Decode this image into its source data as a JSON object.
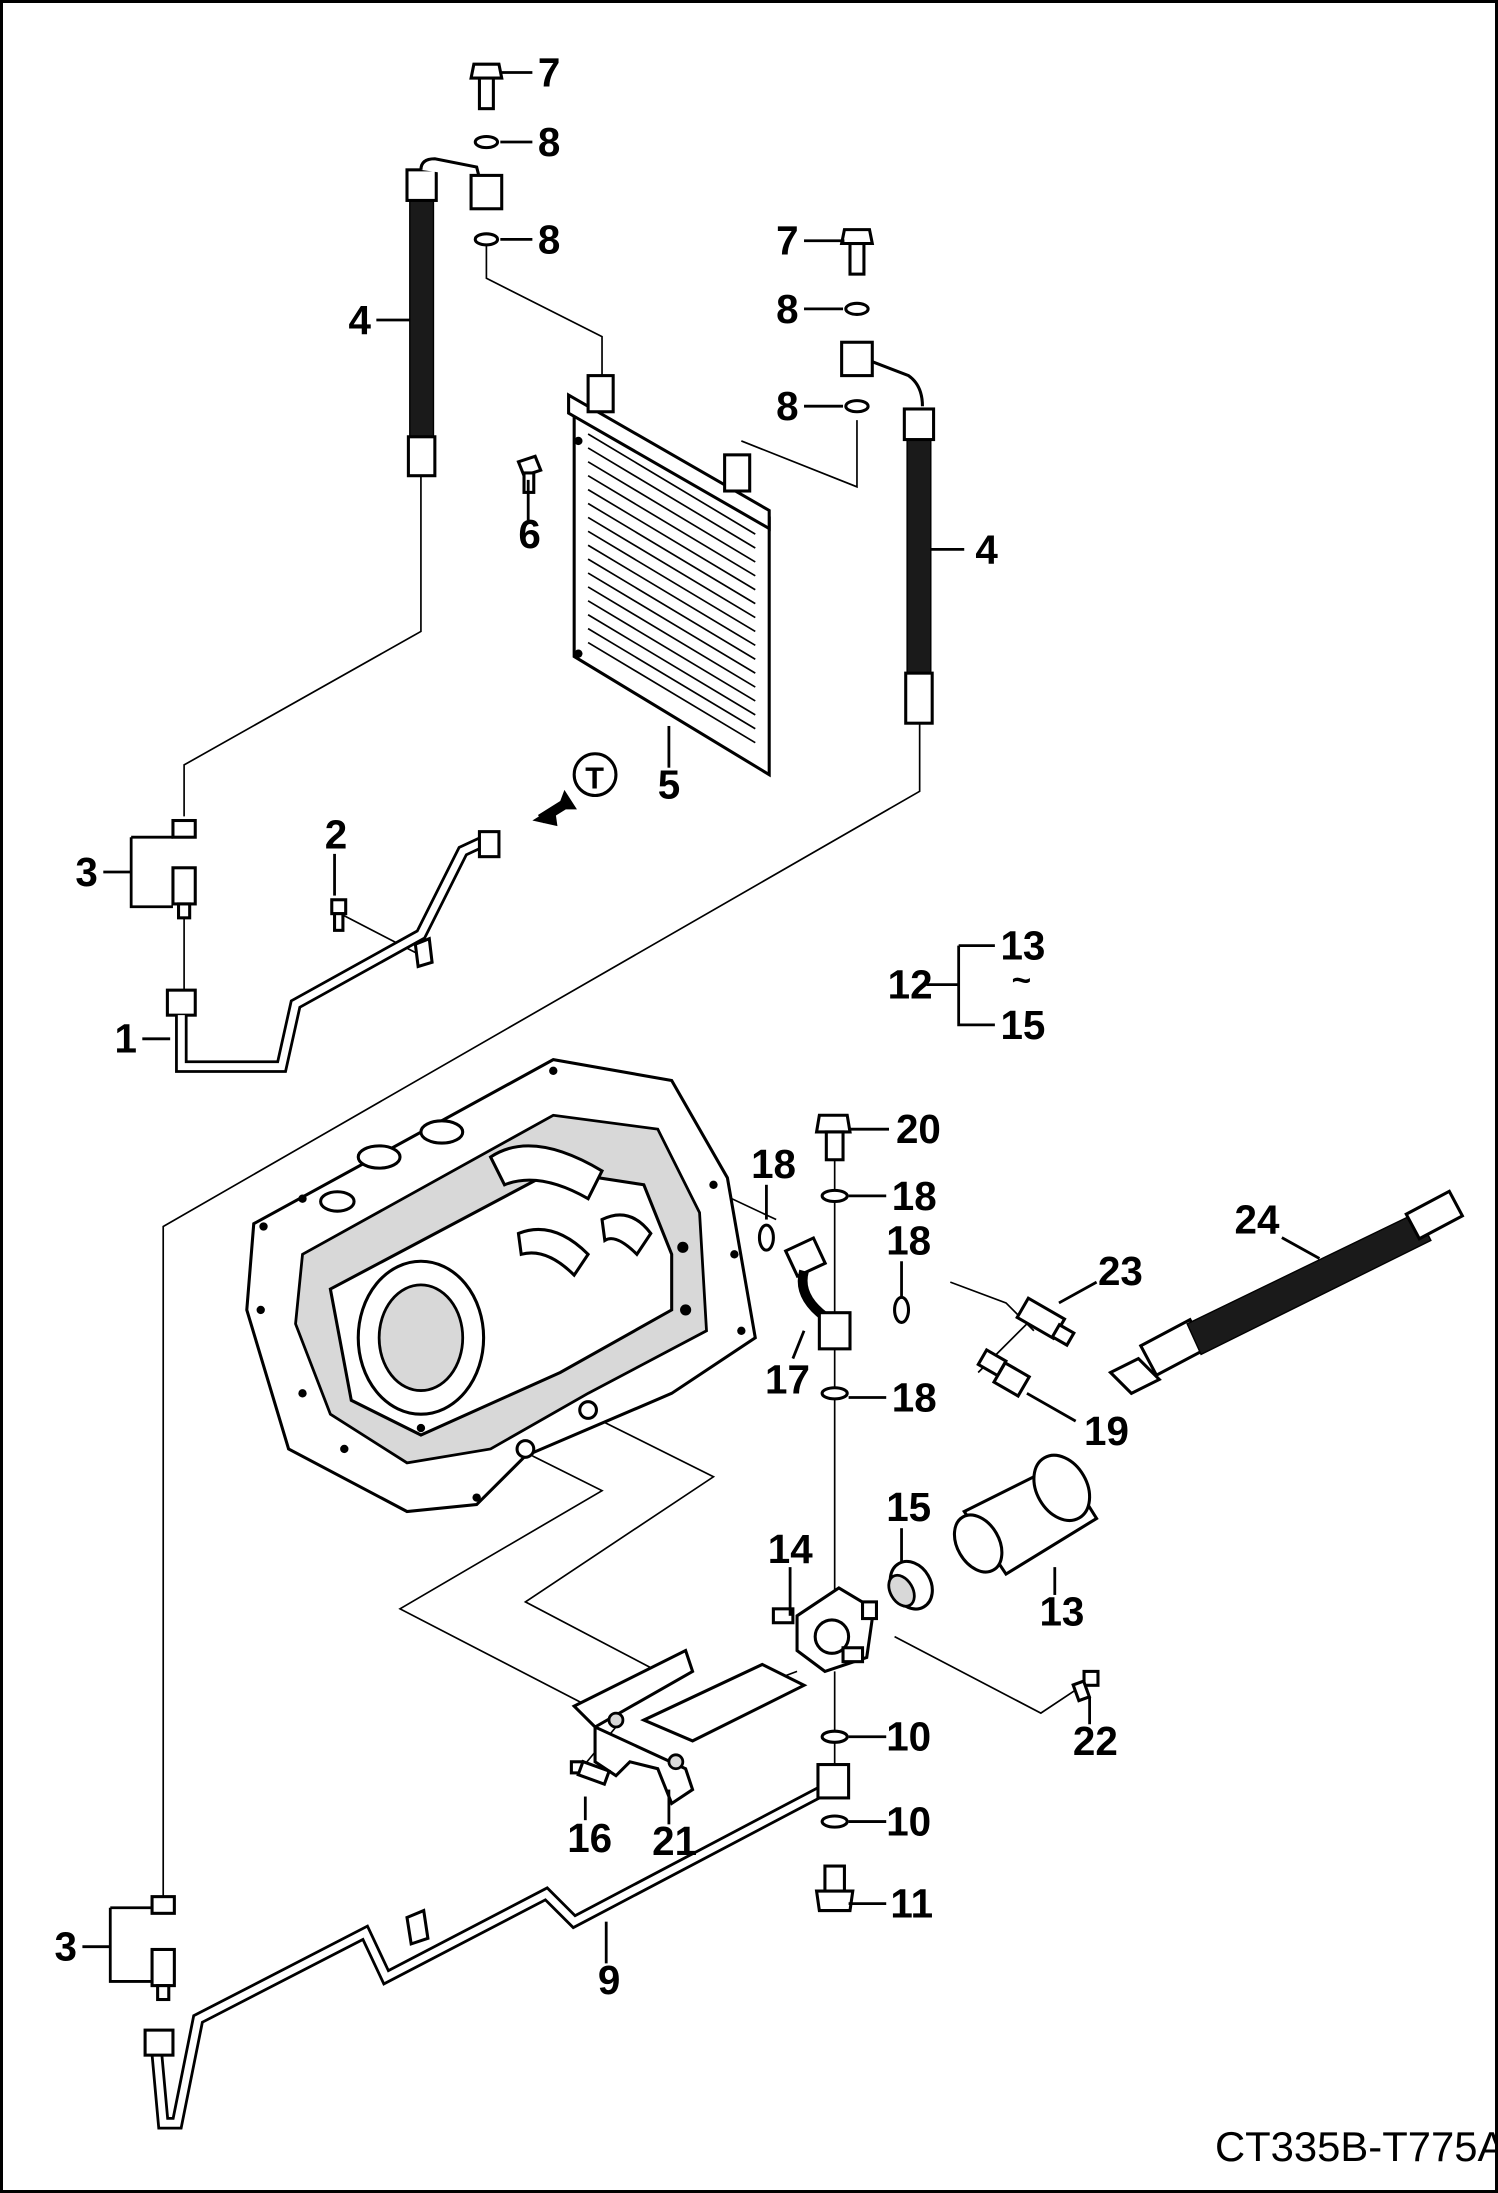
{
  "drawing_code": "CT335B-T775A",
  "view_marker": "T",
  "range_symbol": "~",
  "callouts": {
    "c1": "1",
    "c2": "2",
    "c3a": "3",
    "c3b": "3",
    "c4a": "4",
    "c4b": "4",
    "c5": "5",
    "c6": "6",
    "c7a": "7",
    "c7b": "7",
    "c8a": "8",
    "c8b": "8",
    "c8c": "8",
    "c8d": "8",
    "c9": "9",
    "c10a": "10",
    "c10b": "10",
    "c11": "11",
    "c12": "12",
    "c13a": "13",
    "c13b": "13",
    "c14": "14",
    "c15a": "15",
    "c15b": "15",
    "c16": "16",
    "c17": "17",
    "c18a": "18",
    "c18b": "18",
    "c18c": "18",
    "c18d": "18",
    "c19": "19",
    "c20": "20",
    "c21": "21",
    "c22": "22",
    "c23": "23",
    "c24": "24"
  }
}
